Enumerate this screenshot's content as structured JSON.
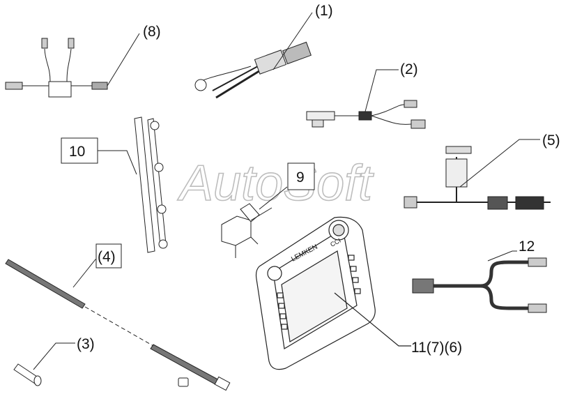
{
  "watermark": "AutoSoft",
  "callouts": {
    "c1": "(1)",
    "c2": "(2)",
    "c3": "(3)",
    "c4": "(4)",
    "c5": "(5)",
    "c8": "(8)",
    "c9": "9",
    "c10": "10",
    "c11": "11(7)(6)",
    "c12": "12"
  },
  "terminal": {
    "brand": "LEMKEN",
    "model": "CCI"
  }
}
